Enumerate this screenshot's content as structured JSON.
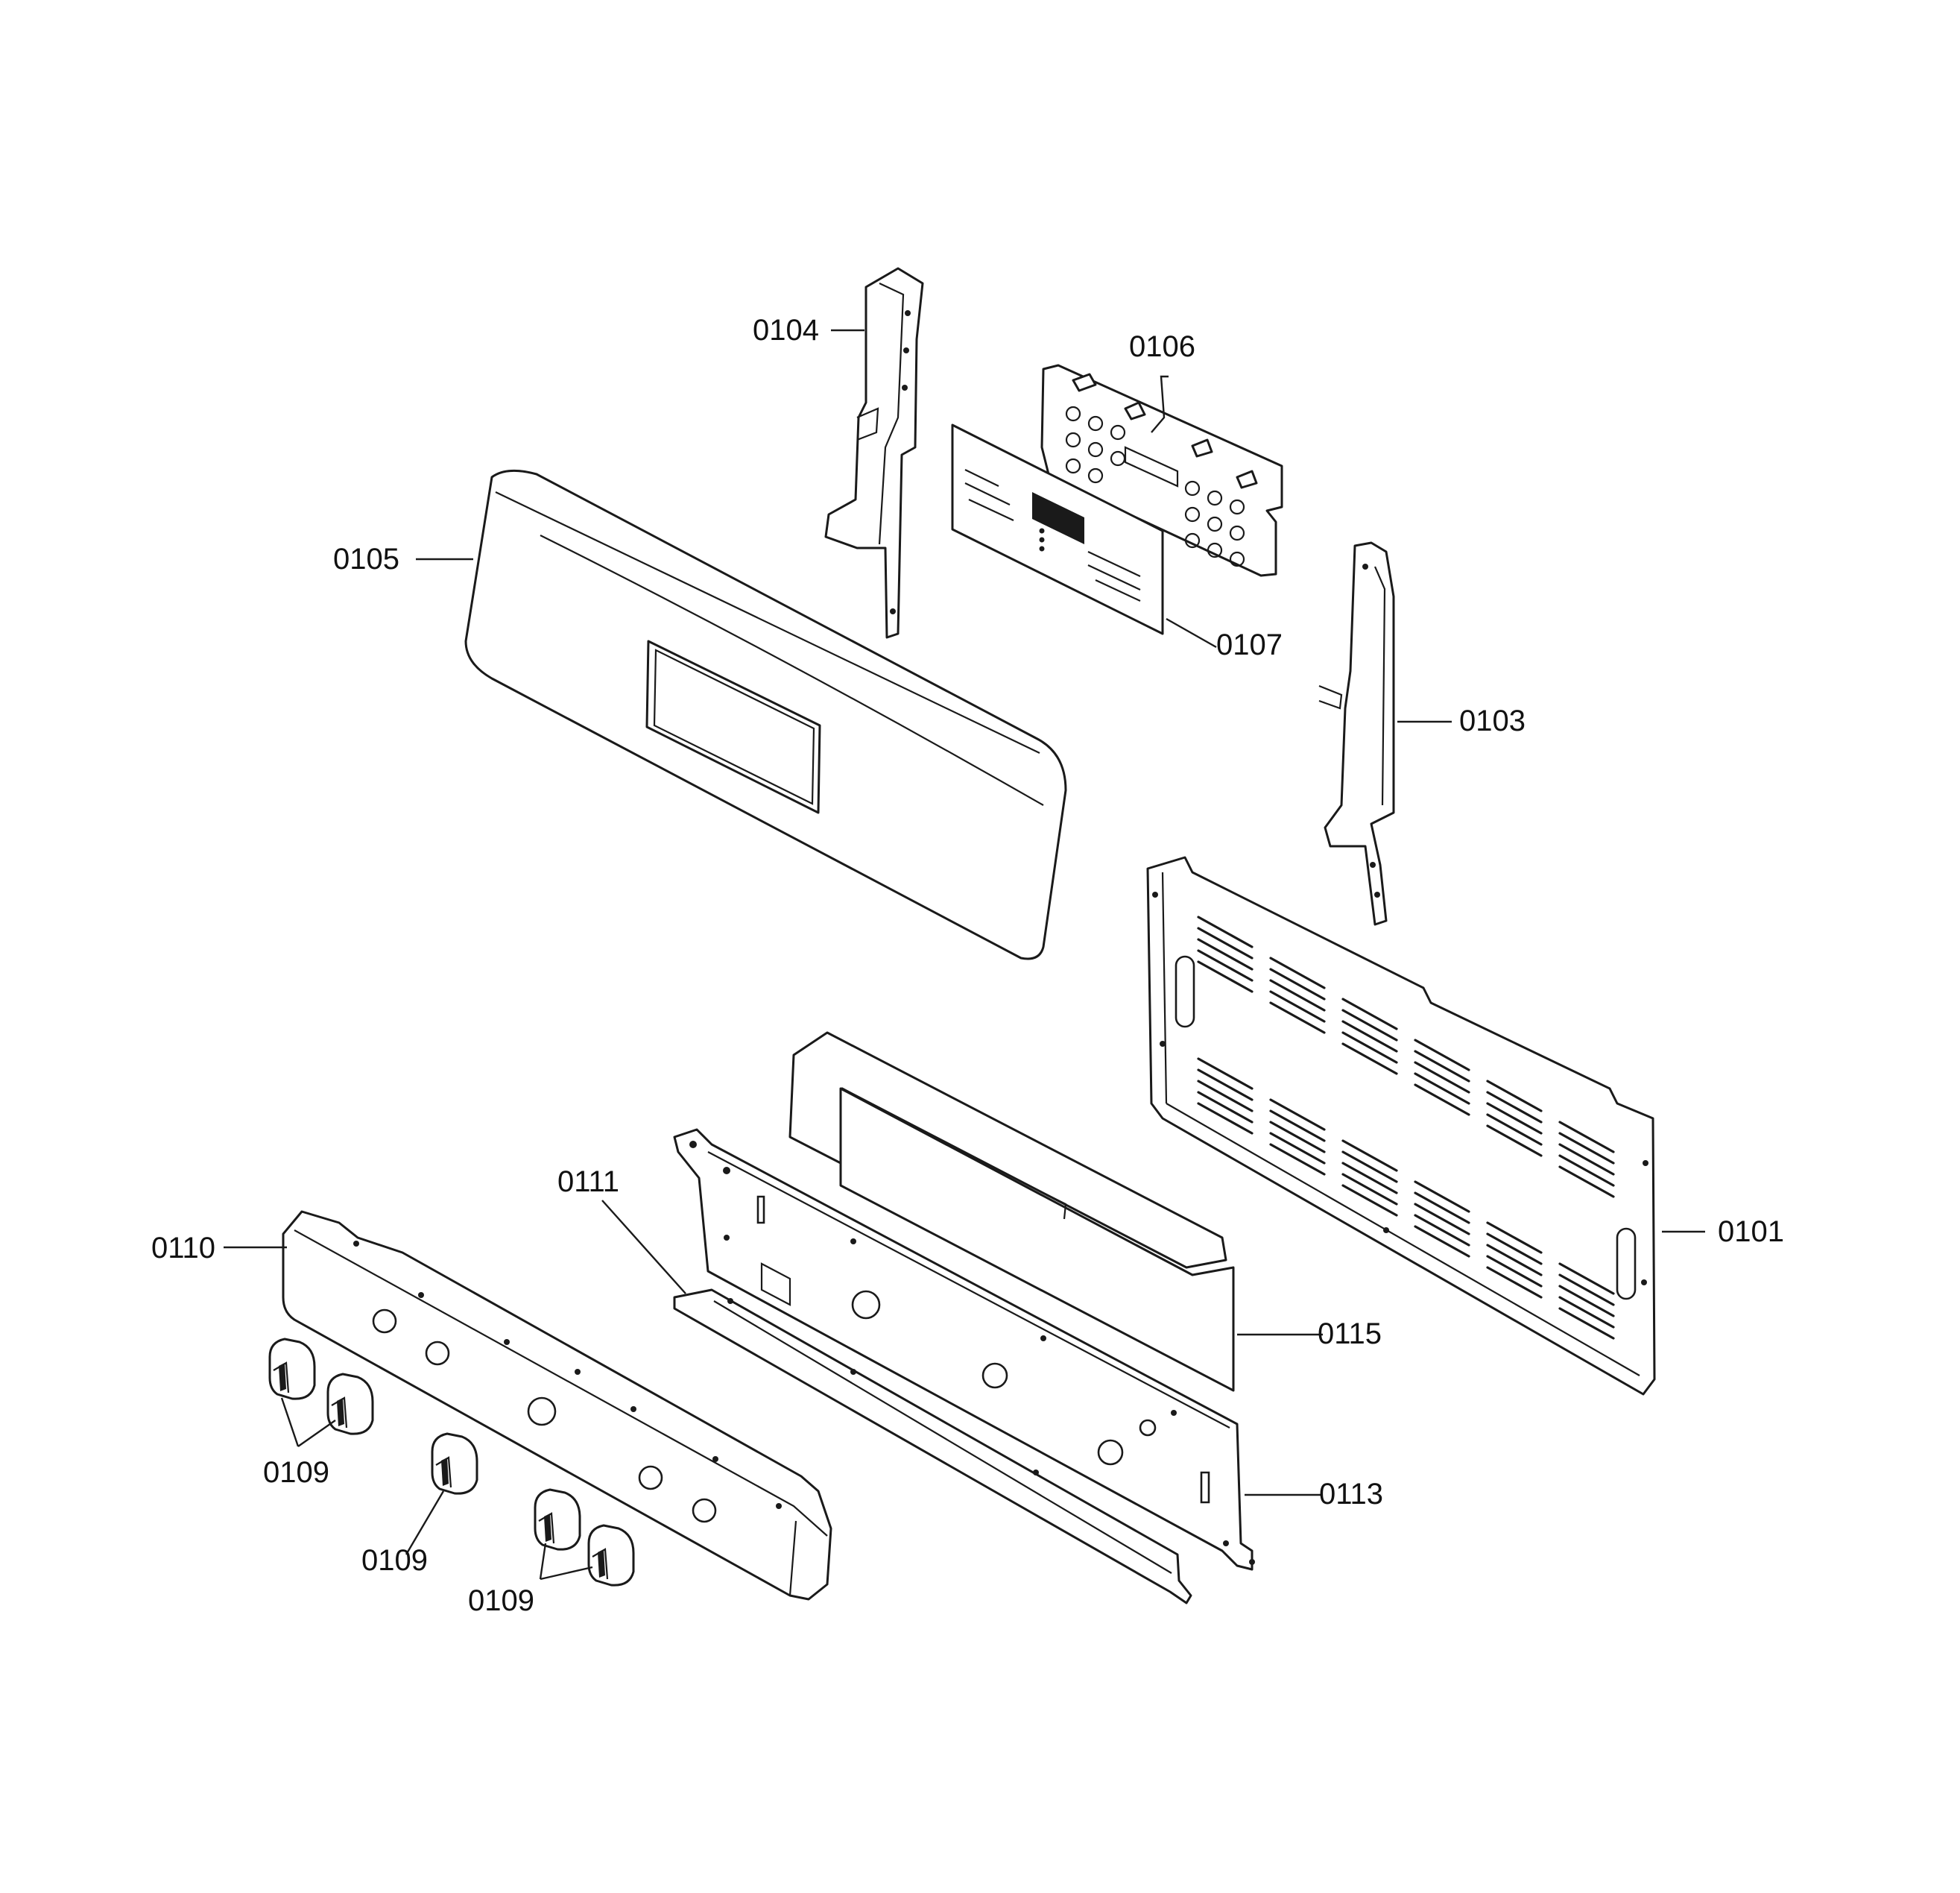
{
  "callouts": {
    "p0101": "0101",
    "p0103": "0103",
    "p0104": "0104",
    "p0105": "0105",
    "p0106": "0106",
    "p0107": "0107",
    "p0109_a": "0109",
    "p0109_b": "0109",
    "p0109_c": "0109",
    "p0110": "0110",
    "p0111": "0111",
    "p0113": "0113",
    "p0115": "0115"
  }
}
